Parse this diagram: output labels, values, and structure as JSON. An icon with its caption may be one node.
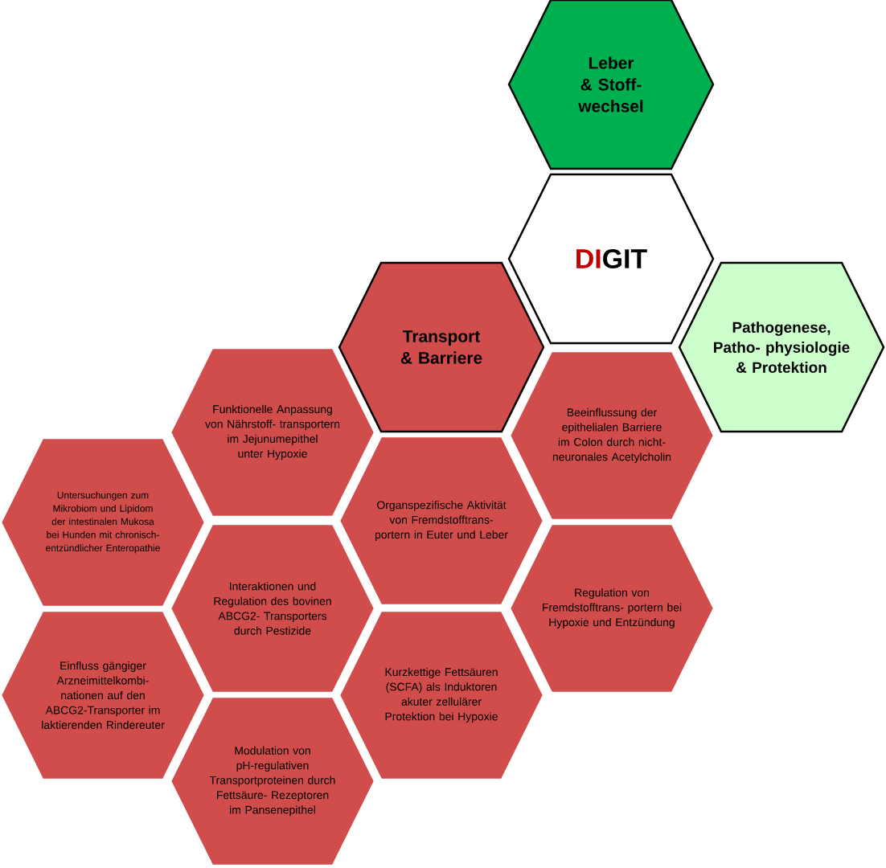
{
  "diagram": {
    "nodes": [
      {
        "text": [
          "Leber & Stoff- wechsel"
        ]
      },
      {
        "text": [
          "DI",
          "GIT"
        ]
      },
      {
        "text": [
          "Transport & Barriere"
        ]
      },
      {
        "text": [
          "Pathogenese, Patho- physiologie & Protektion"
        ]
      },
      {
        "text": [
          "Funktionelle Anpassung von Nährstoff- transportern im Jejunumepithel unter Hypoxie"
        ]
      },
      {
        "text": [
          "Beeinflussung der epithelialen Barriere im Colon durch nicht- neuronales Acetylcholin"
        ]
      },
      {
        "text": [
          "Untersuchungen zum Mikrobiom und Lipidom der intestinalen Mukosa bei Hunden mit chronisch- entzündlicher Enteropathie"
        ]
      },
      {
        "text": [
          "Organspezifische Aktivität von Fremdstofftrans- portern in Euter und Leber"
        ]
      },
      {
        "text": [
          "Interaktionen und Regulation des bovinen ABCG2- Transporters durch Pestizide"
        ]
      },
      {
        "text": [
          "Regulation von Fremdstofftrans- portern bei Hypoxie und Entzündung"
        ]
      },
      {
        "text": [
          "Einfluss gängiger Arzneimittelkombi- nationen auf den ABCG2-Transporter im laktierenden Rindereuter"
        ]
      },
      {
        "text": [
          "Kurzkettige Fettsäuren (SCFA) als Induktoren akuter zellulärer Protektion bei Hypoxie"
        ]
      },
      {
        "text": [
          "Modulation von pH-regulativen Transportproteinen durch Fettsäure- Rezeptoren im Pansenepithel"
        ]
      }
    ]
  }
}
